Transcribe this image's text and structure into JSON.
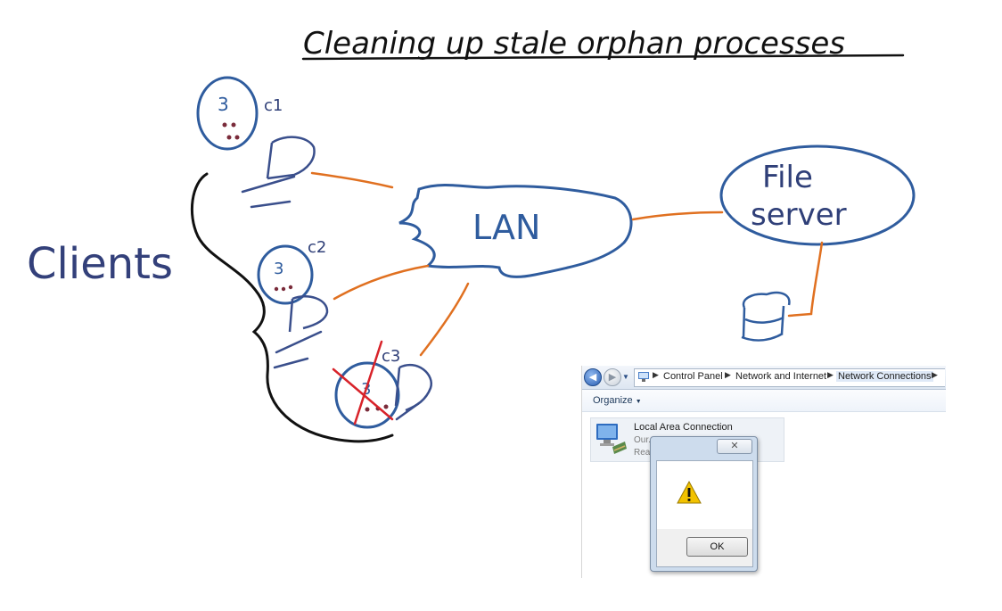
{
  "diagram": {
    "title": "Cleaning up stale orphan processes",
    "clients_label": "Clients",
    "client_labels": [
      "c1",
      "c2",
      "c3"
    ],
    "lan_label": "LAN",
    "file_server_label_line1": "File",
    "file_server_label_line2": "server",
    "colors": {
      "ink_black": "#111111",
      "ink_blue": "#2f5c9e",
      "link_orange": "#e07020",
      "process_dots": "#7a2b3a",
      "cross_red": "#d8232a"
    }
  },
  "explorer": {
    "breadcrumbs": [
      "Control Panel",
      "Network and Internet",
      "Network Connections"
    ],
    "organize_label": "Organize",
    "connection": {
      "title": "Local Area Connection",
      "status": "Our...",
      "device": "Rea... ...oller"
    }
  },
  "dialog": {
    "close_glyph": "✕",
    "ok_label": "OK",
    "icon": "warning-icon"
  }
}
